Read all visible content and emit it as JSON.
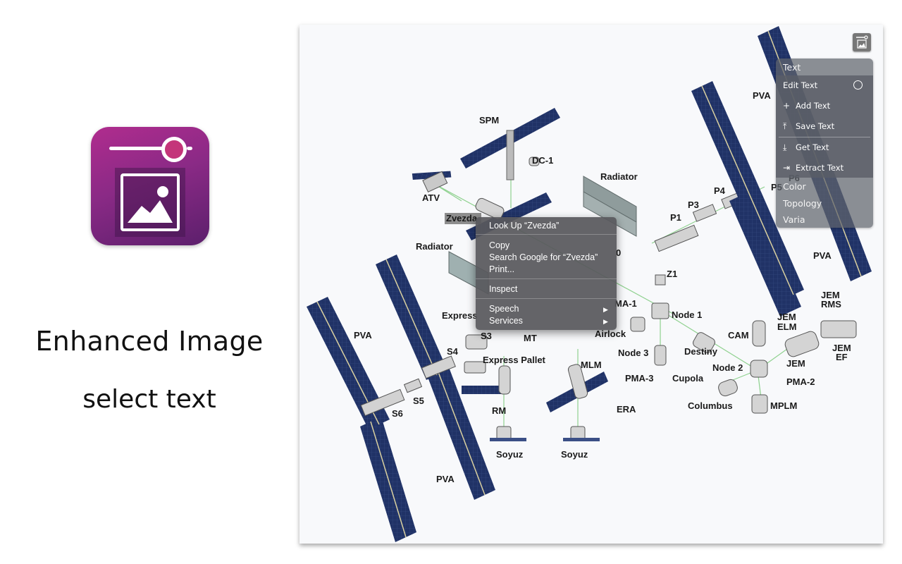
{
  "promo": {
    "title": "Enhanced Image",
    "subtitle": "select text"
  },
  "diagram_labels": {
    "spm": "SPM",
    "dc1": "DC-1",
    "atv": "ATV",
    "zvezda": "Zvezda",
    "radiator_top": "Radiator",
    "radiator_left": "Radiator",
    "pva_top": "PVA",
    "pva_right": "PVA",
    "pva_left": "PVA",
    "pva_bottom": "PVA",
    "p1": "P1",
    "p3": "P3",
    "p4": "P4",
    "p5": "P5",
    "p6": "P6",
    "z1": "Z1",
    "s0": "0",
    "pma1": "MA-1",
    "node1": "Node 1",
    "airlock": "Airlock",
    "node3": "Node 3",
    "destiny": "Destiny",
    "pma3": "PMA-3",
    "cupola": "Cupola",
    "cam": "CAM",
    "jem_elm": "JEM\nELM",
    "jem_rms": "JEM\nRMS",
    "jem_ef": "JEM\nEF",
    "jem": "JEM",
    "node2": "Node 2",
    "pma2": "PMA-2",
    "columbus": "Columbus",
    "mplm": "MPLM",
    "express": "Express",
    "s3": "S3",
    "s4": "S4",
    "s5": "S5",
    "s6": "S6",
    "mt": "MT",
    "express_pallet": "Express Pallet",
    "mlm": "MLM",
    "rm": "RM",
    "era": "ERA",
    "soyuz_left": "Soyuz",
    "soyuz_right": "Soyuz"
  },
  "side_menu": {
    "section_text": "Text",
    "items": [
      {
        "label": "Edit Text",
        "icon": "circle-icon"
      },
      {
        "label": "Add Text",
        "icon": "plus-icon"
      },
      {
        "label": "Save Text",
        "icon": "upload-icon"
      },
      {
        "label": "Get Text",
        "icon": "download-icon"
      },
      {
        "label": "Extract Text",
        "icon": "export-icon"
      }
    ],
    "section_color": "Color",
    "section_topology": "Topology",
    "section_varia": "Varia"
  },
  "context_menu": {
    "look_up": "Look Up “Zvezda”",
    "copy": "Copy",
    "search": "Search Google for “Zvezda”",
    "print": "Print...",
    "inspect": "Inspect",
    "speech": "Speech",
    "services": "Services",
    "submenu_arrow": "▶"
  },
  "colors": {
    "icon_gradient_top": "#b02c8e",
    "icon_gradient_bottom": "#5c1f6c",
    "solar_panel": "#1f2f5e",
    "menu_bg": "#5a5a5e"
  }
}
